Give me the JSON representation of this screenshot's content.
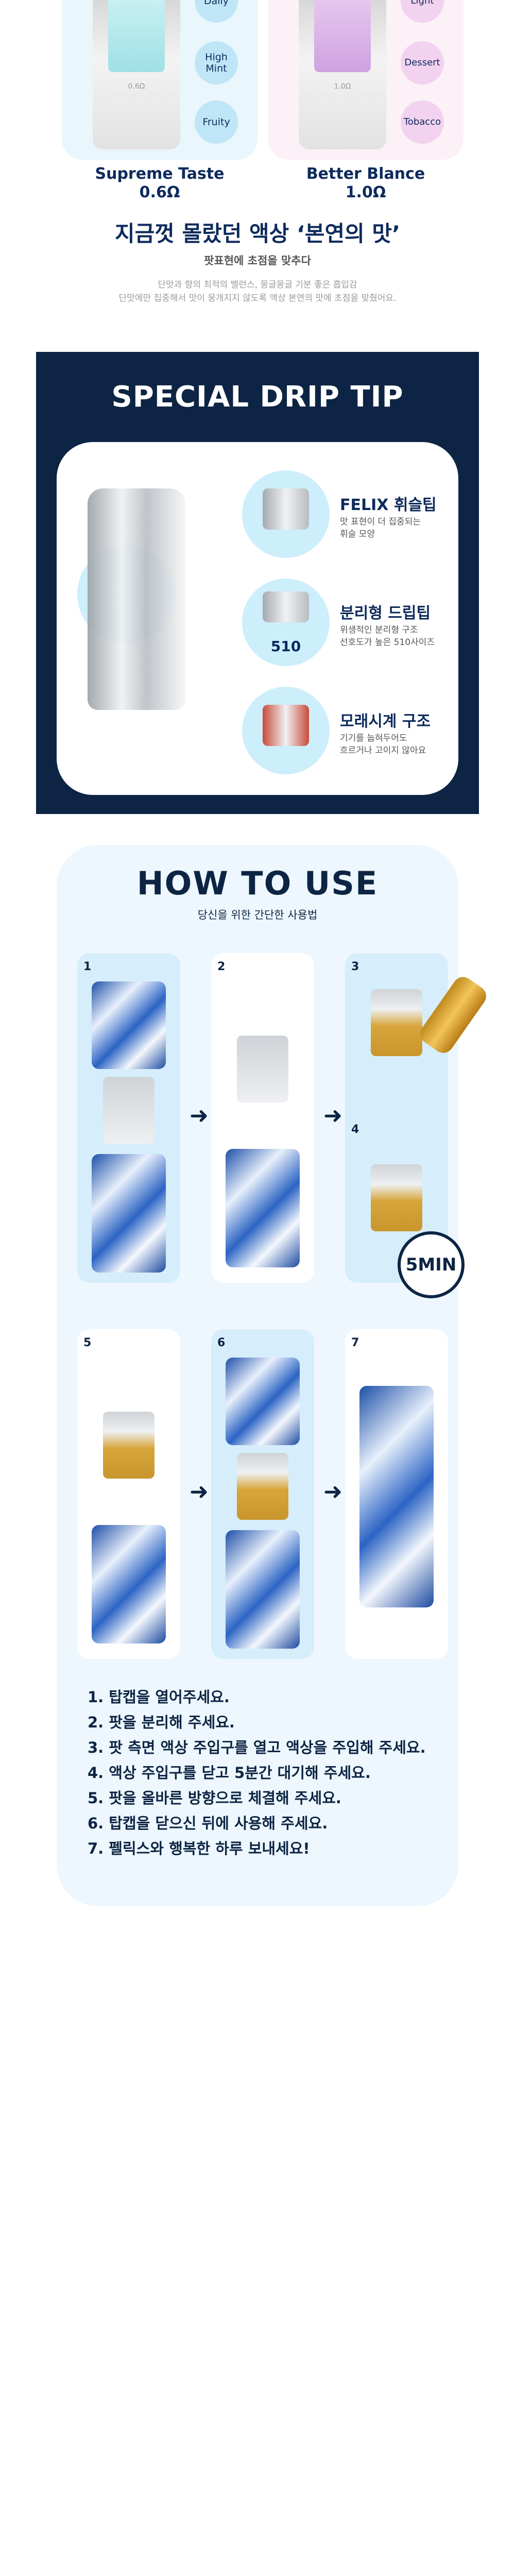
{
  "pods": [
    {
      "ohm_label": "0.6Ω",
      "name": "Supreme Taste",
      "resistance": "0.6Ω",
      "flavors": [
        "Daily",
        "High Mint",
        "Fruity"
      ],
      "tank_color": "#a9e5ea",
      "circle_color": "#bfe6f7"
    },
    {
      "ohm_label": "1.0Ω",
      "name": "Better Blance",
      "resistance": "1.0Ω",
      "flavors": [
        "Light",
        "Dessert",
        "Tobacco"
      ],
      "tank_color": "#d6afe6",
      "circle_color": "#f3d2ef"
    }
  ],
  "headline": "지금껏 몰랐던 액상 ‘본연의 맛’",
  "subheadline": "팟표현에 초점을 맞추다",
  "description": [
    "단맛과 향의 최적의 밸런스, 몽글몽글 기분 좋은 흡입감",
    "단맛에만 집중해서 맛이 뭉개지지 않도록 액상 본연의 맛에 초점을 맞췄어요."
  ],
  "drip_tip": {
    "title": "SPECIAL DRIP TIP",
    "background": "#0d2444",
    "features": [
      {
        "icon": "drip-tip-side-icon",
        "title": "FELIX 휘슬팁",
        "text": [
          "맛 표현이 더 집중되는",
          "휘슬 모양"
        ]
      },
      {
        "icon": "drip-tip-510-icon",
        "circle_label": "510",
        "title": "분리형 드립팁",
        "text": [
          "위생적인 분리형 구조",
          "선호도가 높은 510사이즈"
        ]
      },
      {
        "icon": "hourglass-structure-icon",
        "title": "모래시계 구조",
        "text": [
          "기기를 눕혀두어도",
          "흐르거나 고이지 않아요"
        ]
      }
    ]
  },
  "how_to_use": {
    "title": "HOW TO USE",
    "subtitle": "당신을 위한 간단한 사용법",
    "step_numbers": [
      "1",
      "2",
      "3",
      "4",
      "5",
      "6",
      "7"
    ],
    "timer_label": "5MIN",
    "instructions": [
      "1. 탑캡을 열어주세요.",
      "2. 팟을 분리해 주세요.",
      "3. 팟 측면 액상 주입구를 열고 액상을 주입해 주세요.",
      "4. 액상 주입구를 닫고 5분간 대기해 주세요.",
      "5. 팟을 올바른 방향으로 체결해 주세요.",
      "6. 탑캡을 닫으신 뒤에 사용해 주세요.",
      "7. 펠릭스와 행복한 하루 보내세요!"
    ]
  }
}
